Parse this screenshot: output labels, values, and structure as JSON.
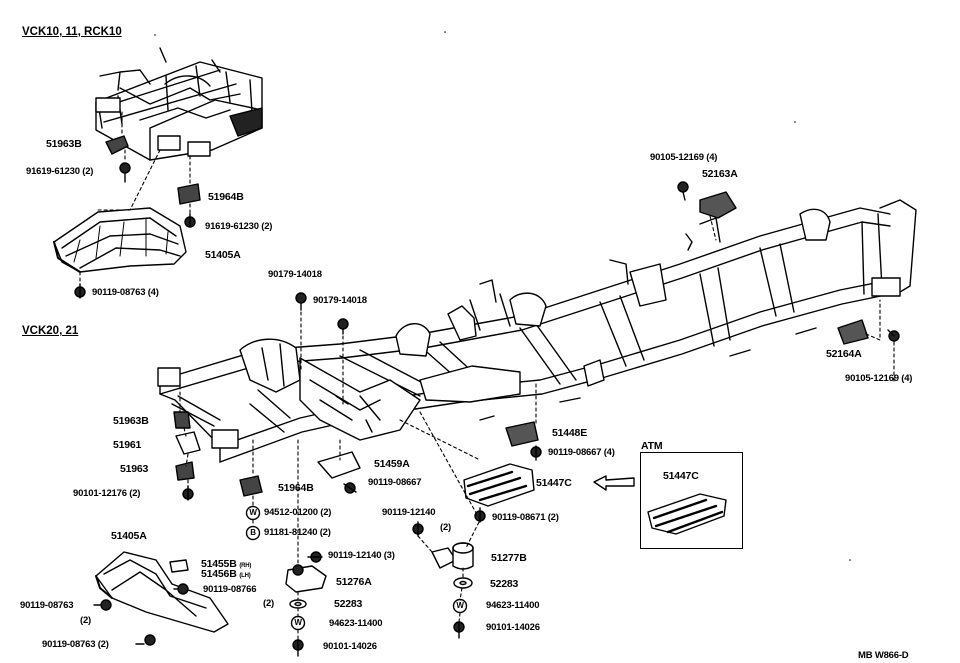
{
  "sections": {
    "top": "VCK10, 11, RCK10",
    "bottom": "VCK20, 21"
  },
  "atm": {
    "label": "ATM",
    "part": "51447C"
  },
  "diagram_code": "MB W866-D",
  "labels": {
    "p51963b_top": "51963B",
    "p91619_a": "91619-61230 (2)",
    "p51964b_top": "51964B",
    "p91619_b": "91619-61230 (2)",
    "p51405a_top": "51405A",
    "p90119_08763_4": "90119-08763 (4)",
    "p90179_a": "90179-14018",
    "p90179_b": "90179-14018",
    "p90105_a": "90105-12169 (4)",
    "p52163a": "52163A",
    "p52164a": "52164A",
    "p90105_b": "90105-12169 (4)",
    "p51963b_b": "51963B",
    "p51961": "51961",
    "p51963": "51963",
    "p90101_12176": "90101-12176 (2)",
    "p51964b_b": "51964B",
    "p51459a": "51459A",
    "p90119_08667": "90119-08667",
    "p51448e": "51448E",
    "p90119_08667_4": "90119-08667 (4)",
    "p51447c": "51447C",
    "p94512": "94512-01200 (2)",
    "p91181": "91181-81240 (2)",
    "p90119_12140_a": "90119-12140",
    "p90119_12140_a_qty": "(2)",
    "p90119_08671": "90119-08671 (2)",
    "p51405a_b": "51405A",
    "p51455b": "51455B",
    "p51455b_side": "(RH)",
    "p51456b": "51456B",
    "p51456b_side": "(LH)",
    "p90119_08766": "90119-08766",
    "p90119_08766_qty": "(2)",
    "p90119_12140_3": "90119-12140 (3)",
    "p51277b": "51277B",
    "p51276a": "51276A",
    "p52283_a": "52283",
    "p52283_b": "52283",
    "p94623_a": "94623-11400",
    "p94623_b": "94623-11400",
    "p90101_14026_a": "90101-14026",
    "p90101_14026_b": "90101-14026",
    "p90119_08763_l": "90119-08763",
    "p90119_08763_l_qty": "(2)",
    "p90119_08763_2": "90119-08763 (2)"
  },
  "washer_marks": {
    "w": "W",
    "b": "B"
  }
}
